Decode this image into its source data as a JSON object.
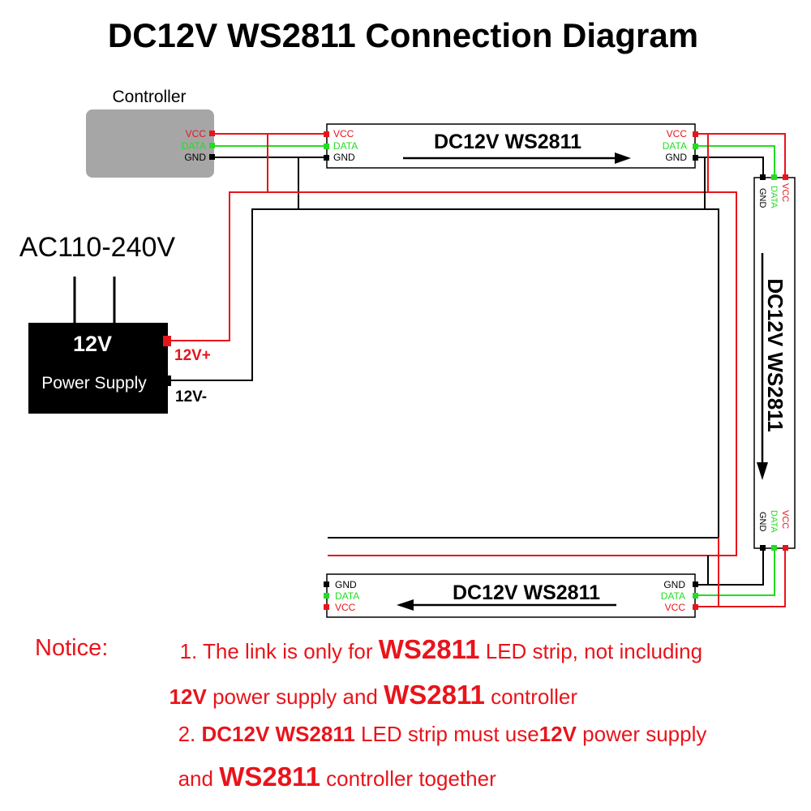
{
  "title": "DC12V WS2811 Connection Diagram",
  "controller": {
    "label": "Controller",
    "pins": [
      "VCC",
      "DATA",
      "GND"
    ]
  },
  "ac_input": {
    "label": "AC110-240V"
  },
  "power_supply": {
    "voltage": "12V",
    "label": "Power Supply",
    "plus_label": "12V+",
    "minus_label": "12V-"
  },
  "strips": [
    {
      "label": "DC12V WS2811",
      "pins": [
        "VCC",
        "DATA",
        "GND"
      ]
    },
    {
      "label": "DC12V WS2811",
      "pins": [
        "VCC",
        "DATA",
        "GND"
      ]
    },
    {
      "label": "DC12V WS2811",
      "pins": [
        "GND",
        "DATA",
        "VCC"
      ]
    }
  ],
  "notice": {
    "heading": "Notice:",
    "line1": {
      "a": "1. The link is only for ",
      "b": "WS2811",
      "c": " LED strip, not including"
    },
    "line2": {
      "a": "12V",
      "b": " power supply and ",
      "c": "WS2811",
      "d": " controller"
    },
    "line3": {
      "a": "2. ",
      "b": "DC12V WS2811",
      "c": " LED strip must use",
      "d": "12V",
      "e": " power supply"
    },
    "line4": {
      "a": "and ",
      "b": "WS2811",
      "c": " controller together"
    }
  },
  "colors": {
    "vcc": "#e8141b",
    "data": "#22dd22",
    "gnd": "#000000",
    "controller_box": "#a6a6a6",
    "notice": "#e8141b"
  }
}
